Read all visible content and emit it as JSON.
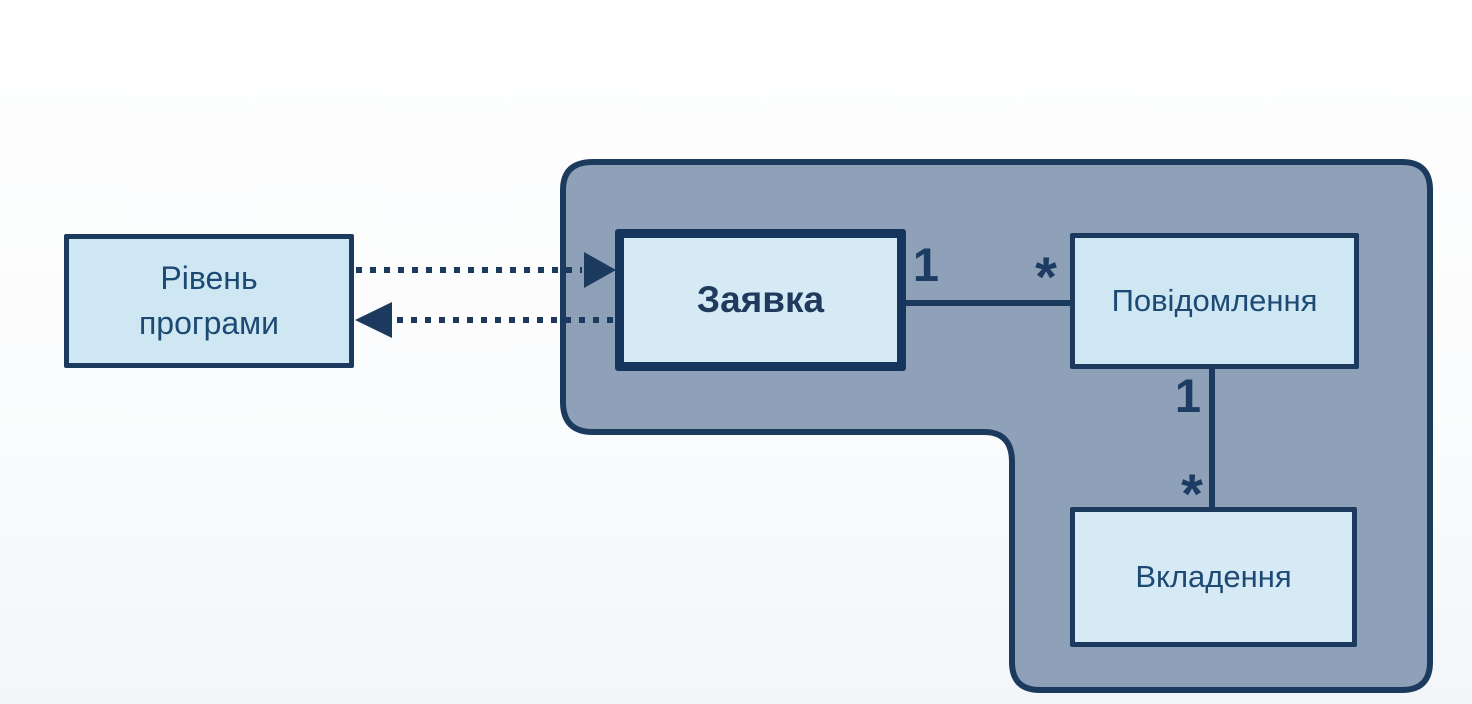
{
  "diagram": {
    "kind": "entity-relationship-diagram",
    "nodes": {
      "program_level": {
        "label": "Рівень програми"
      },
      "request": {
        "label": "Заявка"
      },
      "message": {
        "label": "Повідомлення"
      },
      "attachment": {
        "label": "Вкладення"
      }
    },
    "relations": {
      "request_message": {
        "source_multiplicity": "1",
        "target_multiplicity": "*"
      },
      "message_attachment": {
        "source_multiplicity": "1",
        "target_multiplicity": "*"
      }
    },
    "colors": {
      "container_fill": "#8fa0b9",
      "container_border": "#1c3a5e",
      "node_fill": "#cfe7f2",
      "node_fill_light": "#d6eaf5",
      "node_border": "#1c3a5e",
      "request_border": "#16355c",
      "node_text": "#1d4a74",
      "request_text": "#1f3a5c",
      "line_color": "#1c3a5e",
      "multiplicity_text": "#1d3c63",
      "page_background": "#fbfcfd"
    }
  }
}
